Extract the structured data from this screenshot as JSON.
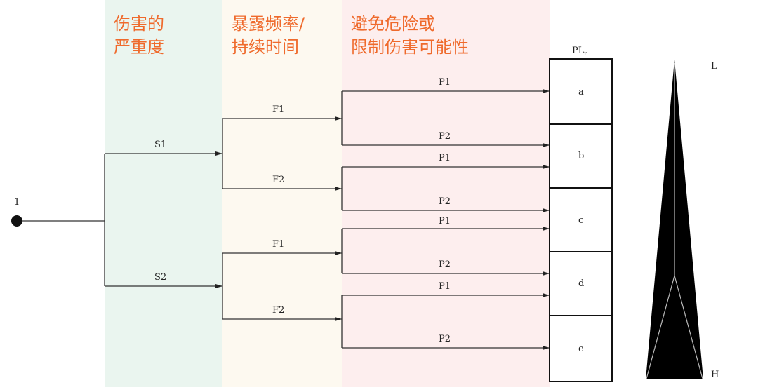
{
  "headers": {
    "severity": "伤害的\n严重度",
    "exposure": "暴露频率/\n持续时间",
    "avoidance": "避免危险或\n限制伤害可能性"
  },
  "start_label": "1",
  "severity_branches": [
    "S1",
    "S2"
  ],
  "frequency_branches": [
    "F1",
    "F2",
    "F1",
    "F2"
  ],
  "possibility_branches": [
    "P1",
    "P2",
    "P1",
    "P2",
    "P1",
    "P2",
    "P1",
    "P2"
  ],
  "plr": {
    "title": "PLr",
    "title_main": "PL",
    "title_sub": "r",
    "levels": [
      "a",
      "b",
      "c",
      "d",
      "e"
    ]
  },
  "risk_scale": {
    "low": "L",
    "high": "H"
  },
  "colors": {
    "severity_bg": "#eaf5ef",
    "exposure_bg": "#fdf9f0",
    "avoidance_bg": "#fdeeee",
    "header_text": "#ef6a2c"
  }
}
